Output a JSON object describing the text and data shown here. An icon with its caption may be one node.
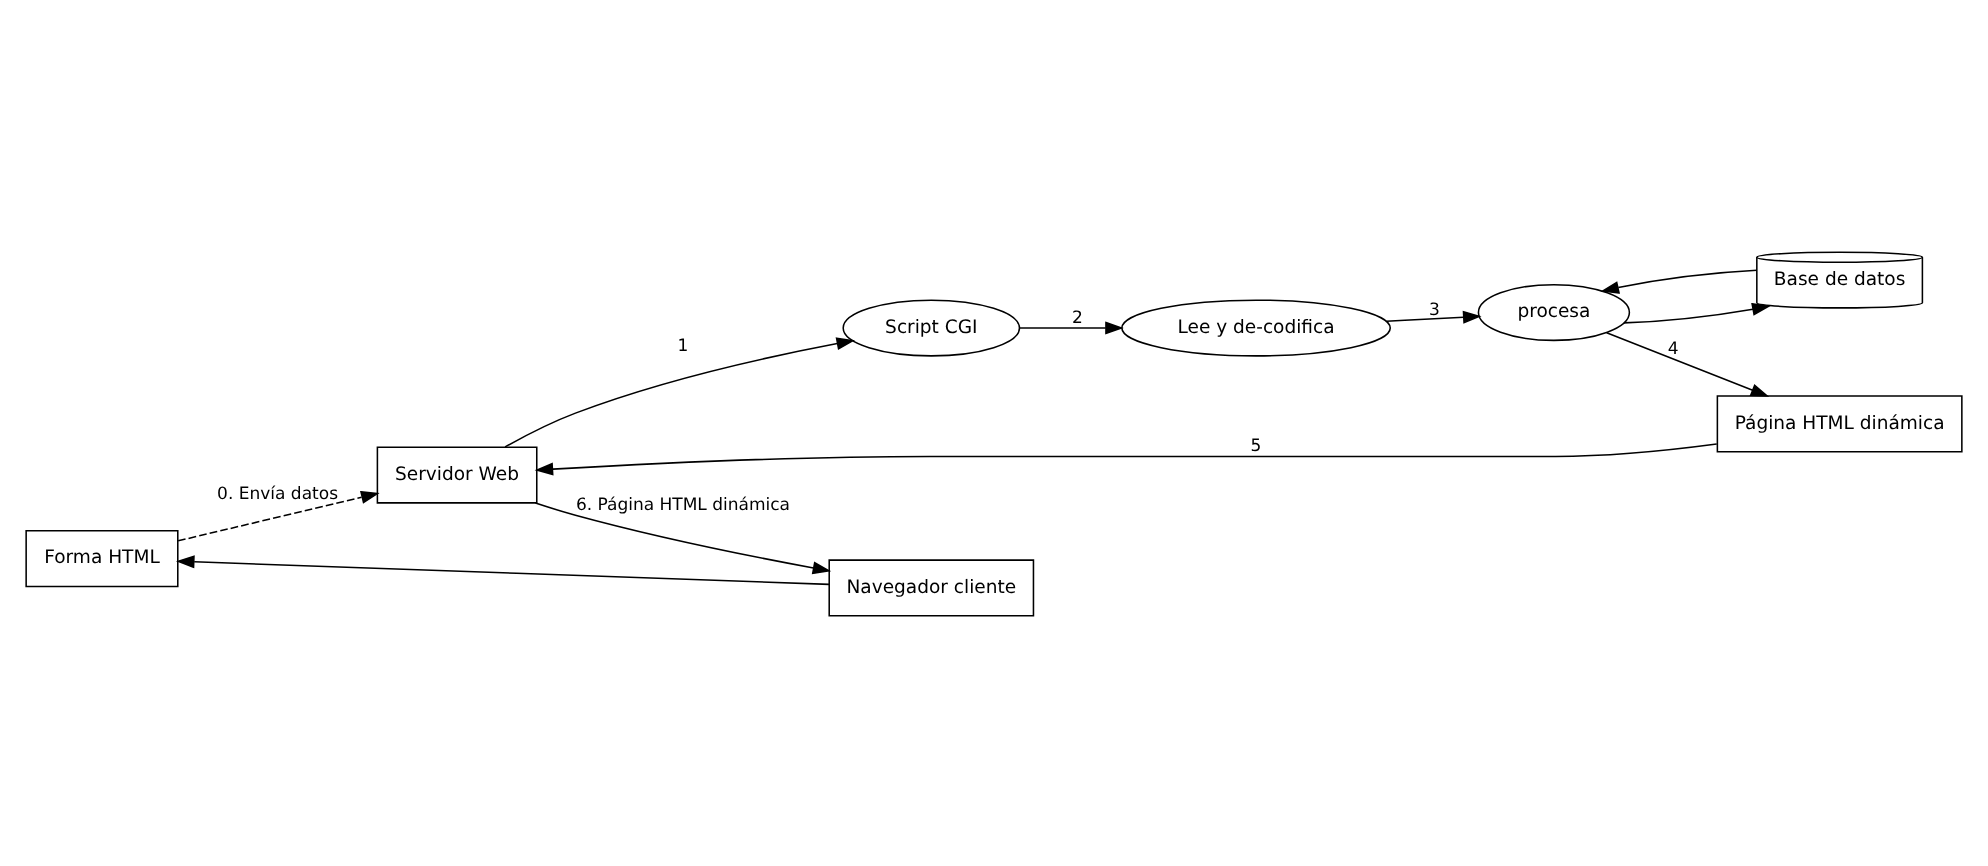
{
  "diagram": {
    "nodes": [
      {
        "text": [
          "Forma HTML"
        ]
      },
      {
        "text": [
          "Navegador cliente"
        ]
      },
      {
        "text": [
          "Servidor Web"
        ]
      },
      {
        "text": [
          "Script CGI"
        ]
      },
      {
        "text": [
          "Lee y de-codifica"
        ]
      },
      {
        "text": [
          "procesa"
        ]
      },
      {
        "text": [
          "Página HTML dinámica"
        ]
      },
      {
        "text": [
          "Base de datos"
        ]
      }
    ],
    "edges": [
      {
        "from": 1,
        "to": 0,
        "arrow": "to"
      },
      {
        "from": 0,
        "to": 2,
        "arrow": "to",
        "label": "0. Envía datos",
        "style": "dashed"
      },
      {
        "from": 2,
        "to": 1,
        "arrow": "to",
        "label": "6. Página HTML dinámica"
      },
      {
        "from": 2,
        "to": 3,
        "arrow": "to",
        "label": "1"
      },
      {
        "from": 3,
        "to": 4,
        "arrow": "to",
        "label": "2"
      },
      {
        "from": 4,
        "to": 5,
        "arrow": "to",
        "label": "3"
      },
      {
        "from": 5,
        "to": 6,
        "arrow": "to",
        "label": "4"
      },
      {
        "from": 6,
        "to": 2,
        "arrow": "to",
        "label": "5"
      },
      {
        "from": 5,
        "to": 7,
        "arrow": "to"
      },
      {
        "from": 7,
        "to": 5,
        "arrow": "to"
      }
    ]
  }
}
